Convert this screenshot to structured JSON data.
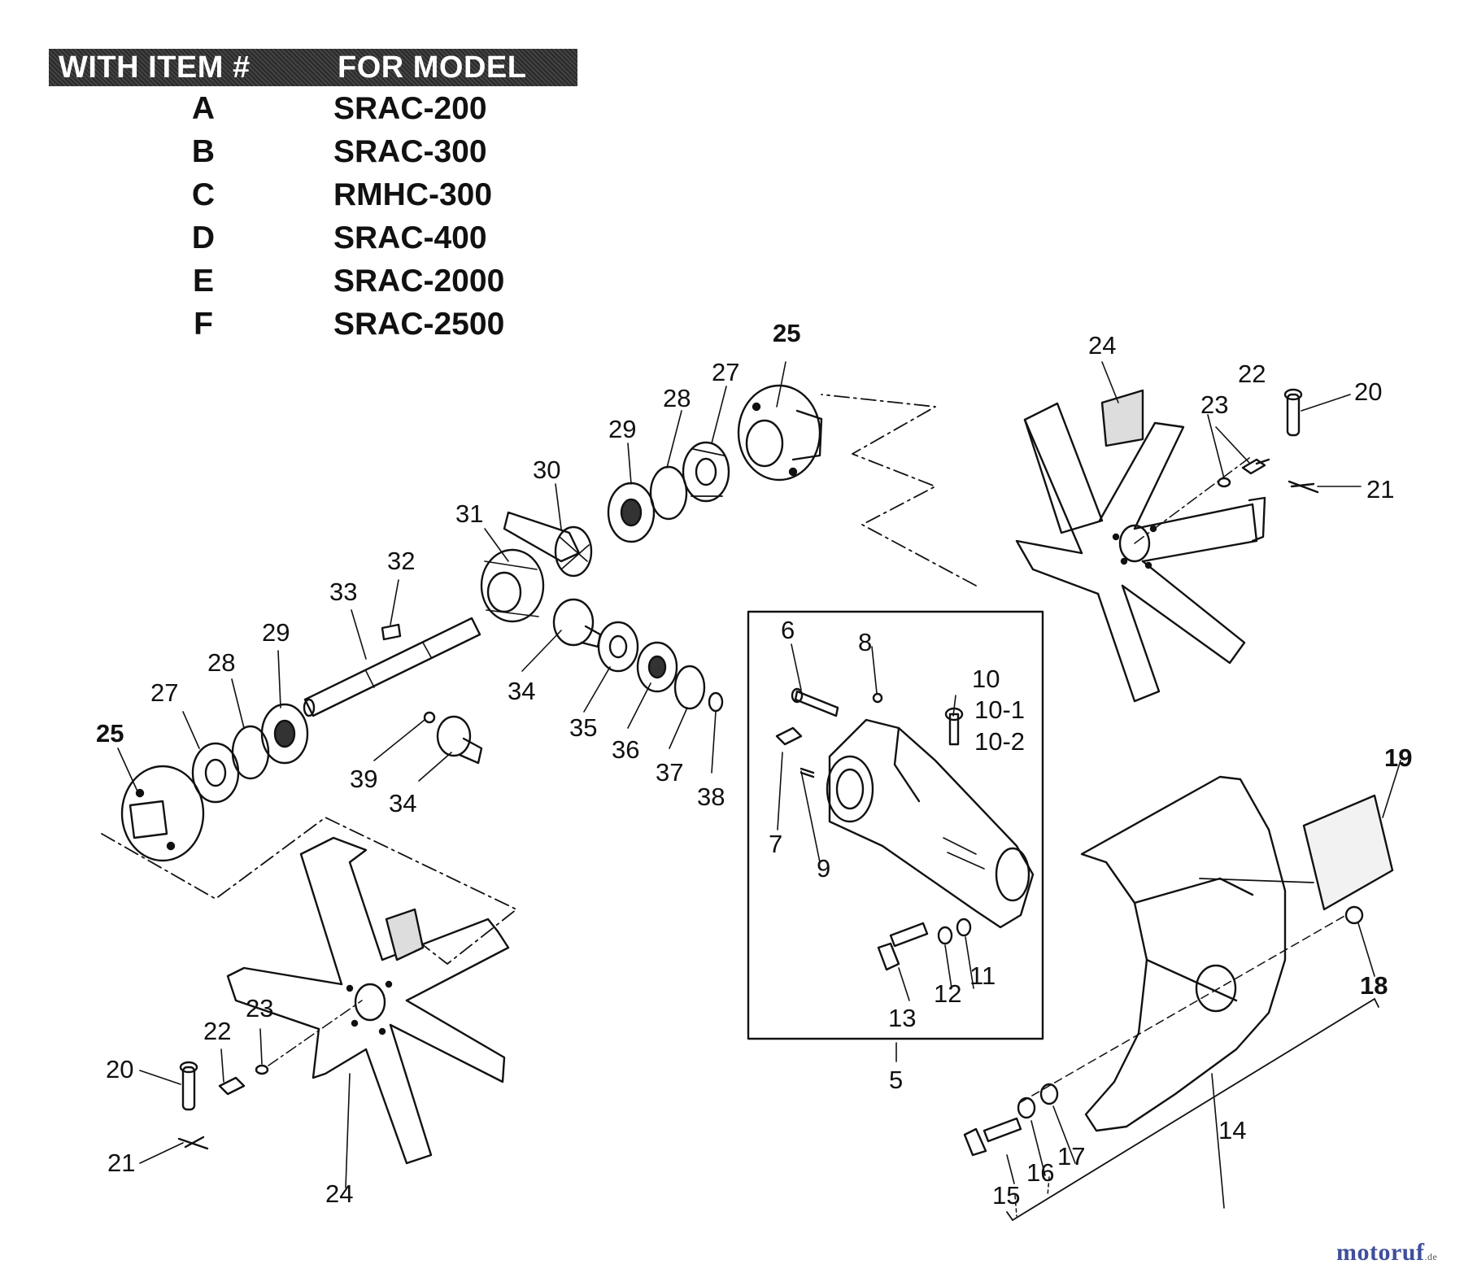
{
  "model_table": {
    "header_item": "WITH ITEM #",
    "header_model": "FOR MODEL",
    "rows": [
      {
        "item": "A",
        "model": "SRAC-200"
      },
      {
        "item": "B",
        "model": "SRAC-300"
      },
      {
        "item": "C",
        "model": "RMHC-300"
      },
      {
        "item": "D",
        "model": "SRAC-400"
      },
      {
        "item": "E",
        "model": "SRAC-2000"
      },
      {
        "item": "F",
        "model": "SRAC-2500"
      }
    ]
  },
  "callouts": {
    "c5": "5",
    "c6": "6",
    "c7": "7",
    "c8": "8",
    "c9": "9",
    "c10": "10",
    "c10_1": "10-1",
    "c10_2": "10-2",
    "c11": "11",
    "c12": "12",
    "c13": "13",
    "c14": "14",
    "c15": "15",
    "c16": "16",
    "c17": "17",
    "c18": "18",
    "c19": "19",
    "c20": "20",
    "c21": "21",
    "c22": "22",
    "c23": "23",
    "c24": "24",
    "c25": "25",
    "c27": "27",
    "c28": "28",
    "c29": "29",
    "c30": "30",
    "c31": "31",
    "c32": "32",
    "c33": "33",
    "c34": "34",
    "c35": "35",
    "c36": "36",
    "c37": "37",
    "c38": "38",
    "c39": "39"
  },
  "watermark": {
    "main": "motoruf",
    "suffix": ".de"
  }
}
